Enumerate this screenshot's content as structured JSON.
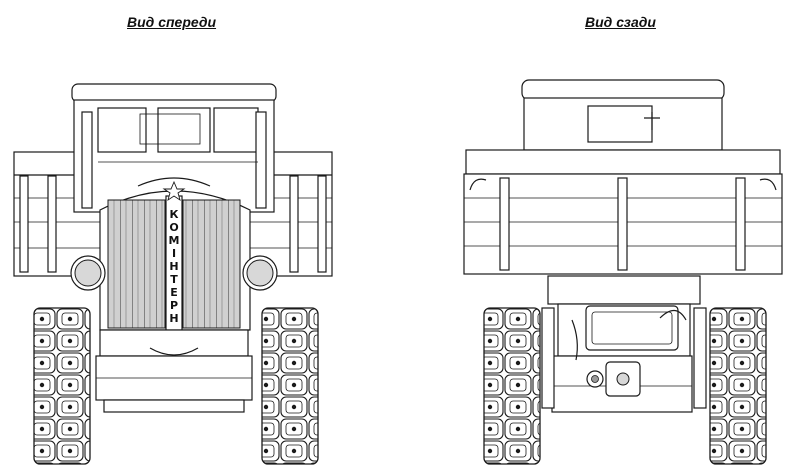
{
  "captions": {
    "front": "Вид спереди",
    "rear": "Вид сзади"
  },
  "front_view": {
    "radiator_lettering": [
      "К",
      "О",
      "М",
      "І",
      "Н",
      "Т",
      "Е",
      "Р",
      "Н"
    ]
  }
}
